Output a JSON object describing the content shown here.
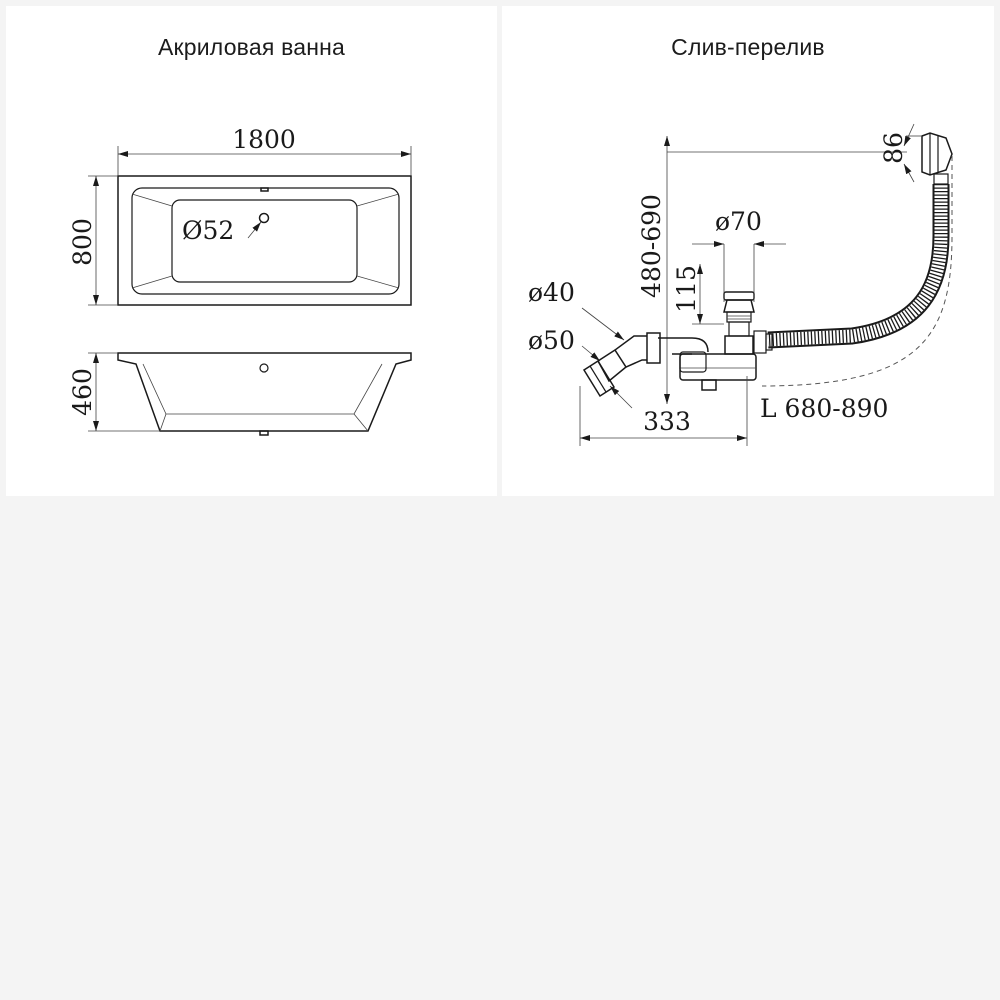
{
  "left_panel": {
    "title": "Акриловая ванна",
    "dims": {
      "length": "1800",
      "width": "800",
      "height": "460",
      "drain_diameter": "Ø52"
    }
  },
  "right_panel": {
    "title": "Слив-перелив",
    "dims": {
      "overflow_size": "86",
      "height_range": "480-690",
      "outlet_diameter": "ø70",
      "outlet_height": "115",
      "pipe_diameter_small": "ø40",
      "pipe_diameter_large": "ø50",
      "horizontal_offset": "333",
      "hose_length": "L 680-890"
    }
  }
}
